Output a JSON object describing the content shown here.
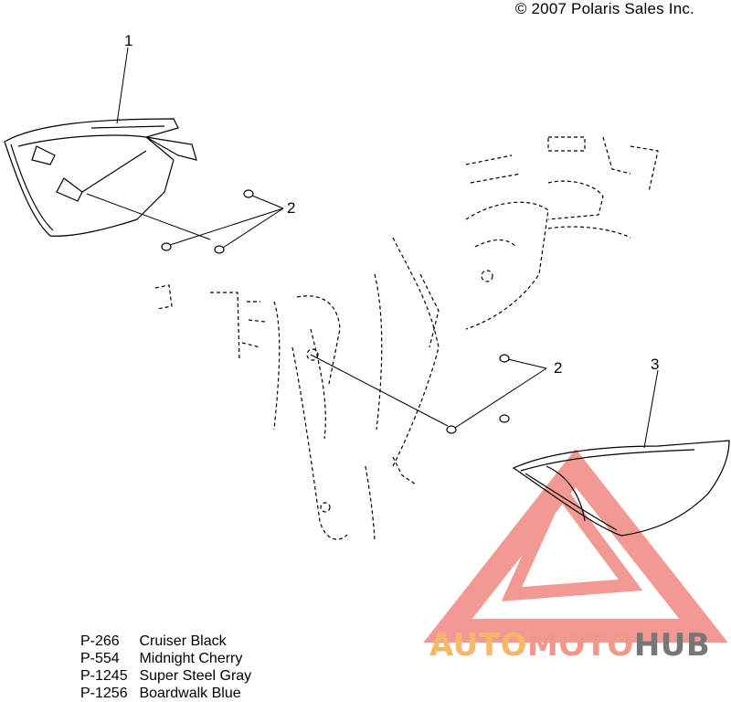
{
  "copyright": "© 2007 Polaris Sales Inc.",
  "callouts": [
    {
      "id": "1",
      "label": "1"
    },
    {
      "id": "2a",
      "label": "2"
    },
    {
      "id": "2b",
      "label": "2"
    },
    {
      "id": "3",
      "label": "3"
    }
  ],
  "color_options": [
    {
      "code": "P-266",
      "name": "Cruiser Black"
    },
    {
      "code": "P-554",
      "name": "Midnight Cherry"
    },
    {
      "code": "P-1245",
      "name": "Super Steel Gray"
    },
    {
      "code": "P-1256",
      "name": "Boardwalk Blue"
    }
  ],
  "watermark": {
    "part1": "AUTO",
    "part2": "MOTO",
    "part3": "HUB"
  },
  "colors": {
    "watermark_red": "#e8463e",
    "watermark_orange": "#f5b86a",
    "watermark_gray": "#777777",
    "line": "#000000"
  }
}
